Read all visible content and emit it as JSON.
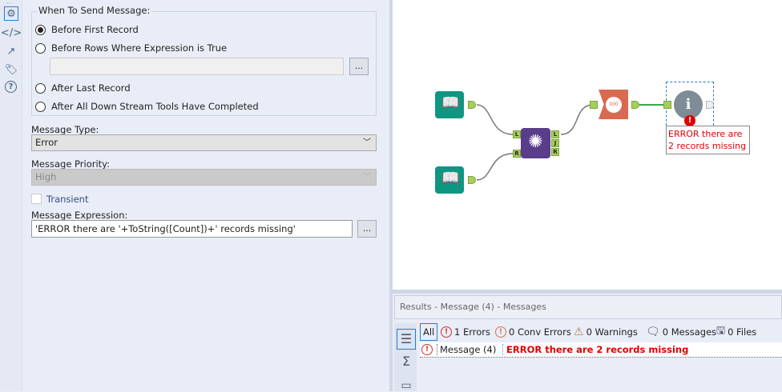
{
  "sidebar_icons": [
    "gear-icon",
    "code-icon",
    "connection-icon",
    "tag-icon",
    "help-icon"
  ],
  "config": {
    "when_to_send": {
      "title": "When To Send Message:",
      "options": [
        "Before First Record",
        "Before Rows Where Expression is True",
        "After Last Record",
        "After All Down Stream Tools Have Completed"
      ],
      "selected": "Before First Record",
      "expression_value": "",
      "browse_label": "..."
    },
    "message_type": {
      "label": "Message Type:",
      "value": "Error"
    },
    "message_priority": {
      "label": "Message Priority:",
      "value": "High",
      "disabled": true
    },
    "transient": {
      "label": "Transient",
      "checked": false
    },
    "message_expression": {
      "label": "Message Expression:",
      "value": "'ERROR there are '+ToString([Count])+' records missing'",
      "browse_label": "..."
    }
  },
  "canvas": {
    "join_anchors": {
      "in_left": "L",
      "in_right": "R",
      "out_left": "L",
      "out_join": "J",
      "out_right": "R"
    },
    "annotation": "ERROR there are 2 records missing",
    "colors": {
      "input": "#0f9682",
      "join": "#5a3d8a",
      "count": "#d9694f",
      "message": "#7d8c95",
      "error": "#e00000"
    }
  },
  "results": {
    "title": "Results - Message (4) - Messages",
    "filters": {
      "all": "All",
      "errors": "1 Errors",
      "conv_errors": "0 Conv Errors",
      "warnings": "0 Warnings",
      "messages": "0 Messages",
      "files": "0 Files"
    },
    "rows": [
      {
        "tool": "Message (4)",
        "message": "ERROR there are 2 records missing"
      }
    ]
  }
}
